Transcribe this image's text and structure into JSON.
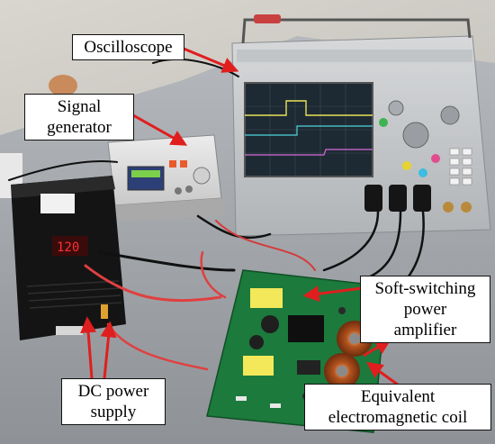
{
  "labels": {
    "oscilloscope": "Oscilloscope",
    "signal_generator": [
      "Signal",
      "generator"
    ],
    "soft_switching": [
      "Soft-switching",
      "power",
      "amplifier"
    ],
    "dc_power": [
      "DC power",
      "supply"
    ],
    "coil": [
      "Equivalent",
      "electromagnetic coil"
    ]
  },
  "colors": {
    "arrow": "#e01e1e",
    "label_border": "#111111",
    "label_background": "#ffffff"
  }
}
